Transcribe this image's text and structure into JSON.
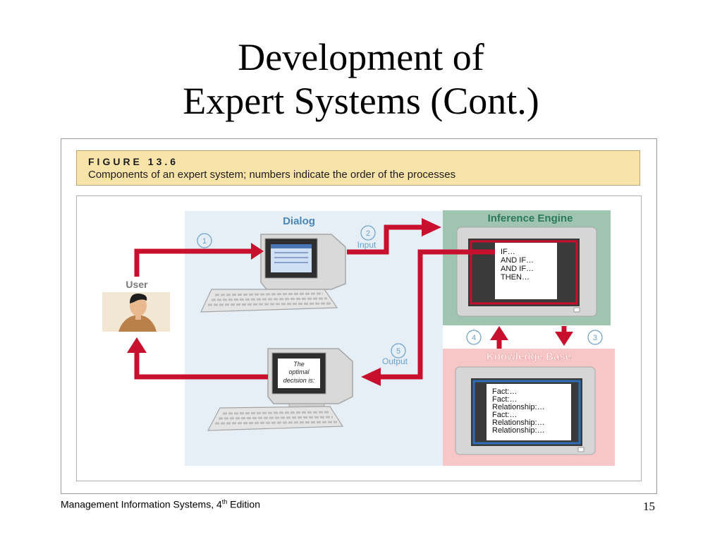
{
  "slide": {
    "title_line1": "Development of",
    "title_line2": "Expert Systems (Cont.)",
    "page_number": "15"
  },
  "figure": {
    "label": "FIGURE 13.6",
    "caption": "Components of an expert system; numbers indicate the order of the processes"
  },
  "diagram": {
    "dialog_title": "Dialog",
    "user_label": "User",
    "inference_title": "Inference Engine",
    "inference_rules": [
      "IF…",
      "AND IF…",
      "AND IF…",
      "THEN…"
    ],
    "knowledge_title": "Knowledge Base",
    "knowledge_items": [
      "Fact:…",
      "Fact:…",
      "Relationship:…",
      "Fact:…",
      "Relationship:…",
      "Relationship:…"
    ],
    "screen_text": [
      "The",
      "optimal",
      "decision is:"
    ],
    "step1": "1",
    "step2": "2",
    "step2_label": "Input",
    "step3": "3",
    "step4": "4",
    "step5": "5",
    "step5_label": "Output"
  },
  "footer": {
    "book": "Management Information Systems, 4",
    "sup": "th",
    "edition": " Edition"
  },
  "colors": {
    "arrow": "#c8102e",
    "dialog_bg": "#e6eff6",
    "inference_bg": "#9fc4b0",
    "knowledge_bg": "#f7c6c6",
    "title_blue": "#4a86b8",
    "title_teal": "#2d7a58",
    "title_pink": "#e99a9a"
  }
}
